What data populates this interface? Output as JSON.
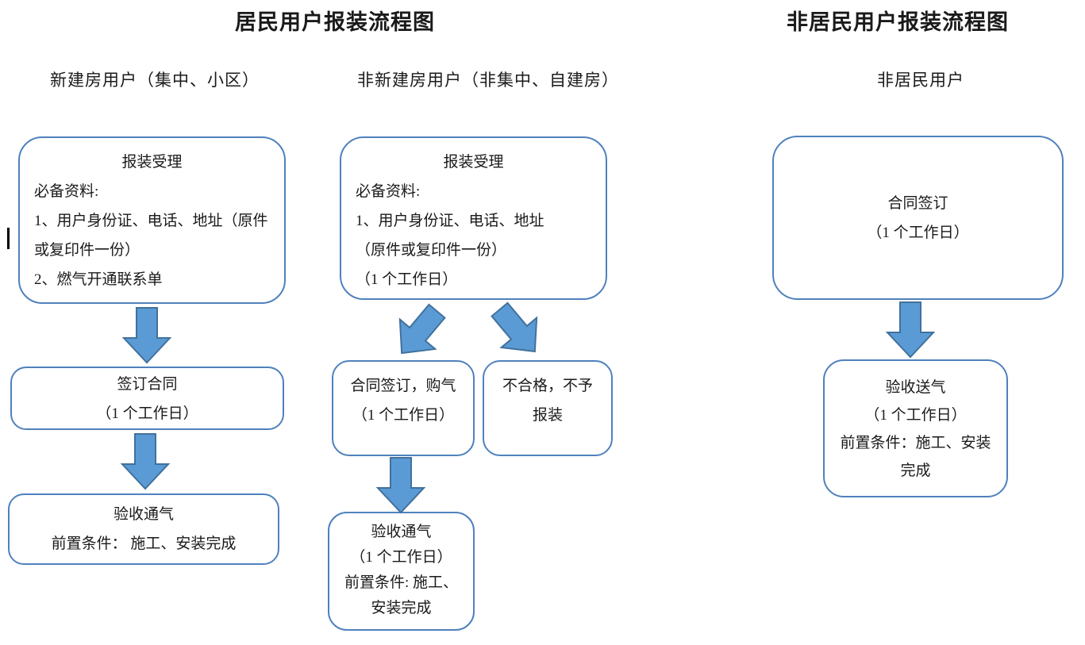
{
  "titles": {
    "resident": "居民用户报装流程图",
    "non_resident": "非居民用户报装流程图"
  },
  "colors": {
    "box_border": "#4F81BD",
    "arrow_fill": "#5B9BD5",
    "arrow_stroke": "#41719C",
    "text": "#1a1a1a"
  },
  "columns": [
    {
      "header": "新建房用户（集中、小区）",
      "boxes": [
        {
          "title": "报装受理",
          "lines": [
            "必备资料:",
            "1、用户身份证、电话、地址（原件",
            "或复印件一份）",
            "2、燃气开通联系单"
          ]
        },
        {
          "lines": [
            "签订合同",
            "（1 个工作日）"
          ]
        },
        {
          "lines": [
            "验收通气",
            "前置条件： 施工、安装完成"
          ]
        }
      ]
    },
    {
      "header": "非新建房用户（非集中、自建房）",
      "boxes": [
        {
          "title": "报装受理",
          "lines": [
            "必备资料:",
            "1、用户身份证、电话、地址",
            "（原件或复印件一份）",
            "（1 个工作日）"
          ]
        },
        {
          "lines": [
            "合同签订，购气",
            "（1 个工作日）"
          ]
        },
        {
          "lines": [
            "不合格，不予",
            "报装"
          ]
        },
        {
          "lines": [
            "验收通气",
            "（1 个工作日）",
            "前置条件: 施工、",
            "安装完成"
          ]
        }
      ]
    },
    {
      "header": "非居民用户",
      "boxes": [
        {
          "lines": [
            "合同签订",
            "（1 个工作日）"
          ]
        },
        {
          "lines": [
            "验收送气",
            "（1 个工作日）",
            "前置条件：施工、安装",
            "完成"
          ]
        }
      ]
    }
  ]
}
